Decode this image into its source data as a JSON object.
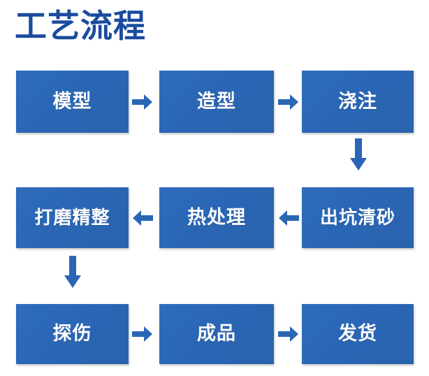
{
  "diagram": {
    "title": "工艺流程",
    "title_color": "#1a4b9e",
    "node_color": "#2a66b5",
    "node_text_color": "#ffffff",
    "arrow_color": "#2a66b5",
    "background_color": "#ffffff"
  },
  "rows": [
    {
      "direction": "left-to-right",
      "nodes": [
        {
          "label": "模型"
        },
        {
          "label": "造型"
        },
        {
          "label": "浇注"
        }
      ]
    },
    {
      "direction": "right-to-left",
      "nodes": [
        {
          "label": "打磨精整"
        },
        {
          "label": "热处理"
        },
        {
          "label": "出坑清砂"
        }
      ]
    },
    {
      "direction": "left-to-right",
      "nodes": [
        {
          "label": "探伤"
        },
        {
          "label": "成品"
        },
        {
          "label": "发货"
        }
      ]
    }
  ],
  "connectors": [
    {
      "name": "arrow-row1-model-to-zaoxing",
      "direction": "right"
    },
    {
      "name": "arrow-row1-zaoxing-to-jiaozhu",
      "direction": "right"
    },
    {
      "name": "arrow-row1-to-row2",
      "direction": "down"
    },
    {
      "name": "arrow-row2-chukeng-to-rechuli",
      "direction": "left"
    },
    {
      "name": "arrow-row2-rechuli-to-damo",
      "direction": "left"
    },
    {
      "name": "arrow-row2-to-row3",
      "direction": "down"
    },
    {
      "name": "arrow-row3-tanshang-to-chengpin",
      "direction": "right"
    },
    {
      "name": "arrow-row3-chengpin-to-fahuo",
      "direction": "right"
    }
  ],
  "flow_sequence": [
    "模型",
    "造型",
    "浇注",
    "出坑清砂",
    "热处理",
    "打磨精整",
    "探伤",
    "成品",
    "发货"
  ]
}
